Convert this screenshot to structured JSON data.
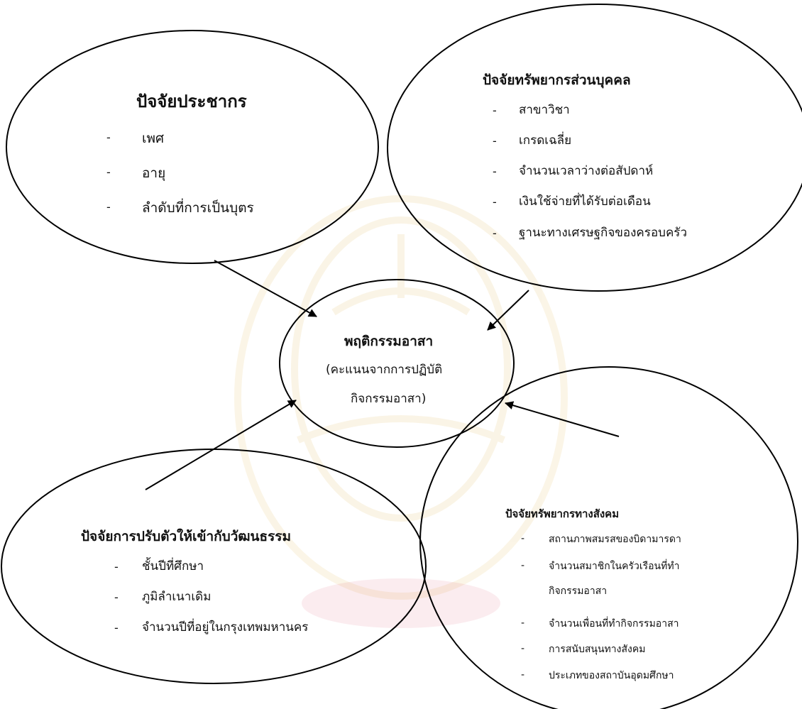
{
  "diagram": {
    "center": {
      "title": "พฤติกรรมอาสา",
      "line1": "(คะแนนจากการปฏิบัติ",
      "line2": "กิจกรรมอาสา)"
    },
    "demographic": {
      "title": "ปัจจัยประชากร",
      "items": [
        "เพศ",
        "อายุ",
        "ลำดับที่การเป็นบุตร"
      ]
    },
    "personal_resources": {
      "title": "ปัจจัยทรัพยากรส่วนบุคคล",
      "items": [
        "สาขาวิชา",
        "เกรดเฉลี่ย",
        "จำนวนเวลาว่างต่อสัปดาห์",
        "เงินใช้จ่ายที่ได้รับต่อเดือน",
        "ฐานะทางเศรษฐกิจของครอบครัว"
      ]
    },
    "acculturation": {
      "title": "ปัจจัยการปรับตัวให้เข้ากับวัฒนธรรม",
      "items": [
        "ชั้นปีที่ศึกษา",
        "ภูมิลำเนาเดิม",
        "จำนวนปีที่อยู่ในกรุงเทพมหานคร"
      ]
    },
    "social_resources": {
      "title": "ปัจจัยทรัพยากรทางสังคม",
      "items": [
        "สถานภาพสมรสของบิดามารดา",
        "จำนวนสมาชิกในครัวเรือนที่ทำ",
        "กิจกรรมอาสา",
        "จำนวนเพื่อนที่ทำกิจกรรมอาสา",
        "การสนับสนุนทางสังคม",
        "ประเภทของสถาบันอุดมศึกษา"
      ]
    },
    "bullet": "-"
  }
}
